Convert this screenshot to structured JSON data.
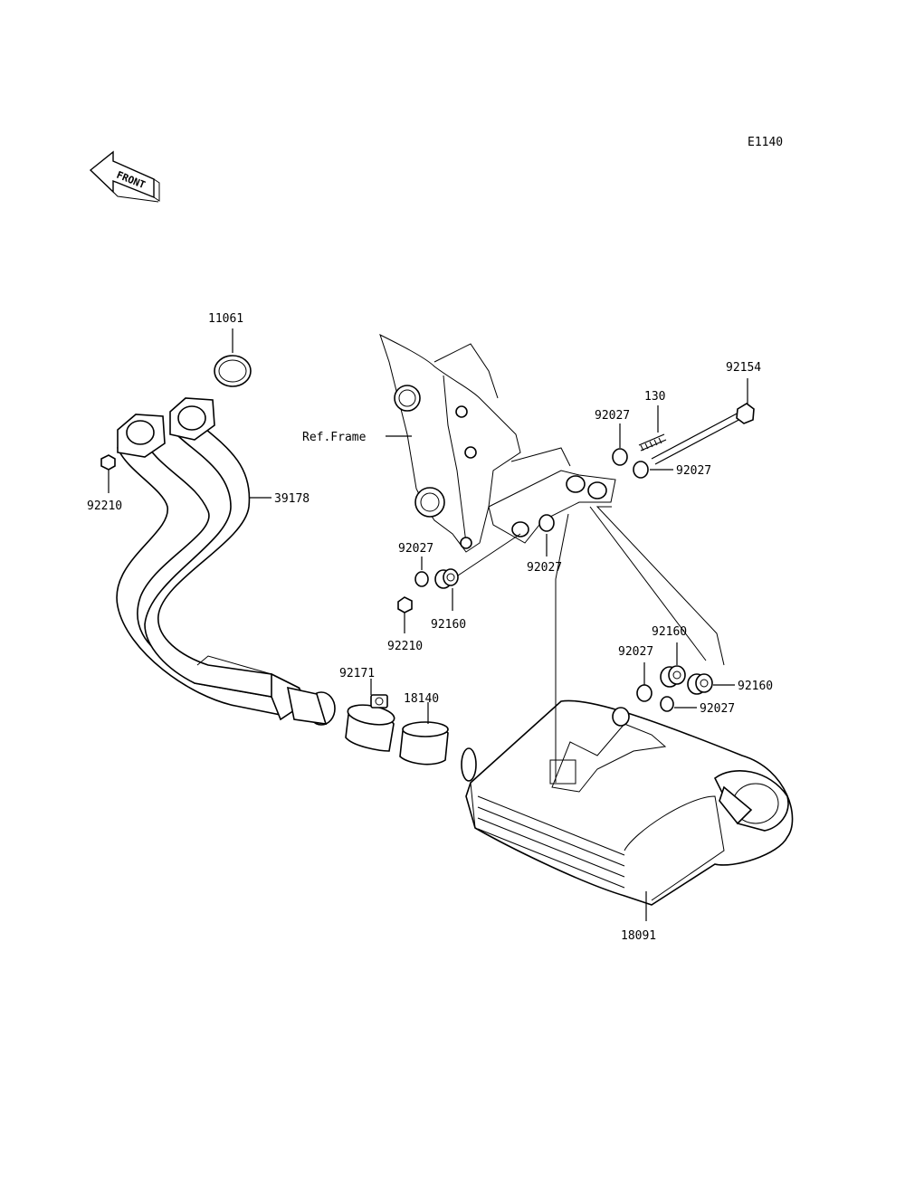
{
  "diagram_code": "E1140",
  "front_label": "FRONT",
  "ref_frame_label": "Ref.Frame",
  "callouts": {
    "c11061": "11061",
    "c39178": "39178",
    "c92210a": "92210",
    "c92154": "92154",
    "c130": "130",
    "c92027a": "92027",
    "c92027b": "92027",
    "c92027c": "92027",
    "c92027d": "92027",
    "c92027e": "92027",
    "c92027f": "92027",
    "c92160a": "92160",
    "c92160b": "92160",
    "c92160c": "92160",
    "c92210b": "92210",
    "c92171": "92171",
    "c18140": "18140",
    "c18091": "18091"
  }
}
